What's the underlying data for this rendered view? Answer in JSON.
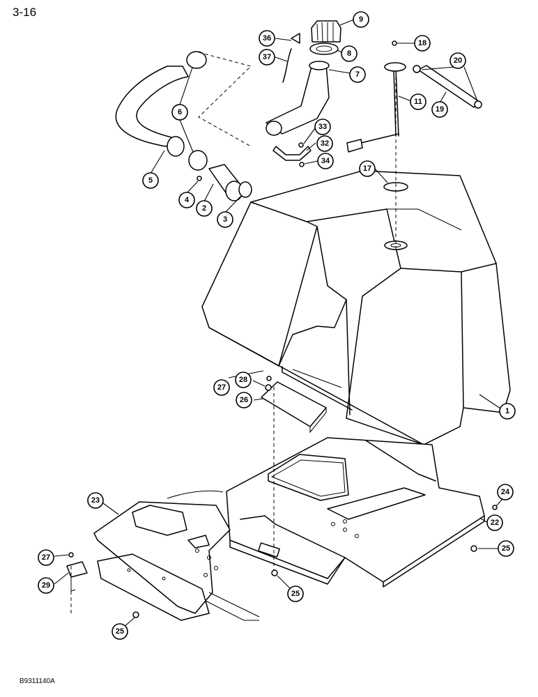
{
  "page": {
    "number": "3-16",
    "figure_code": "B9311140A"
  },
  "callouts": [
    {
      "id": "c1",
      "label": "1"
    },
    {
      "id": "c2",
      "label": "2"
    },
    {
      "id": "c3",
      "label": "3"
    },
    {
      "id": "c4",
      "label": "4"
    },
    {
      "id": "c5",
      "label": "5"
    },
    {
      "id": "c6",
      "label": "6"
    },
    {
      "id": "c7",
      "label": "7"
    },
    {
      "id": "c8",
      "label": "8"
    },
    {
      "id": "c9",
      "label": "9"
    },
    {
      "id": "c11",
      "label": "11"
    },
    {
      "id": "c17",
      "label": "17"
    },
    {
      "id": "c18",
      "label": "18"
    },
    {
      "id": "c19",
      "label": "19"
    },
    {
      "id": "c20",
      "label": "20"
    },
    {
      "id": "c22",
      "label": "22"
    },
    {
      "id": "c23",
      "label": "23"
    },
    {
      "id": "c24",
      "label": "24"
    },
    {
      "id": "c25a",
      "label": "25"
    },
    {
      "id": "c25b",
      "label": "25"
    },
    {
      "id": "c25c",
      "label": "25"
    },
    {
      "id": "c26",
      "label": "26"
    },
    {
      "id": "c27a",
      "label": "27"
    },
    {
      "id": "c27b",
      "label": "27"
    },
    {
      "id": "c28",
      "label": "28"
    },
    {
      "id": "c29",
      "label": "29"
    },
    {
      "id": "c32",
      "label": "32"
    },
    {
      "id": "c33",
      "label": "33"
    },
    {
      "id": "c34",
      "label": "34"
    },
    {
      "id": "c36",
      "label": "36"
    },
    {
      "id": "c37",
      "label": "37"
    }
  ]
}
